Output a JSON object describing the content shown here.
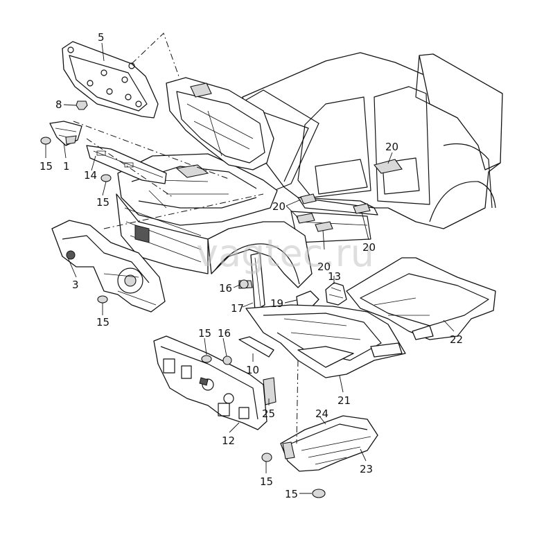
{
  "watermark": "vagtec.ru",
  "callouts": [
    "5",
    "8",
    "15",
    "1",
    "14",
    "15",
    "3",
    "15",
    "16",
    "17",
    "19",
    "13",
    "20",
    "20",
    "20",
    "20",
    "22",
    "15",
    "16",
    "10",
    "21",
    "25",
    "12",
    "24",
    "23",
    "15",
    "15"
  ]
}
